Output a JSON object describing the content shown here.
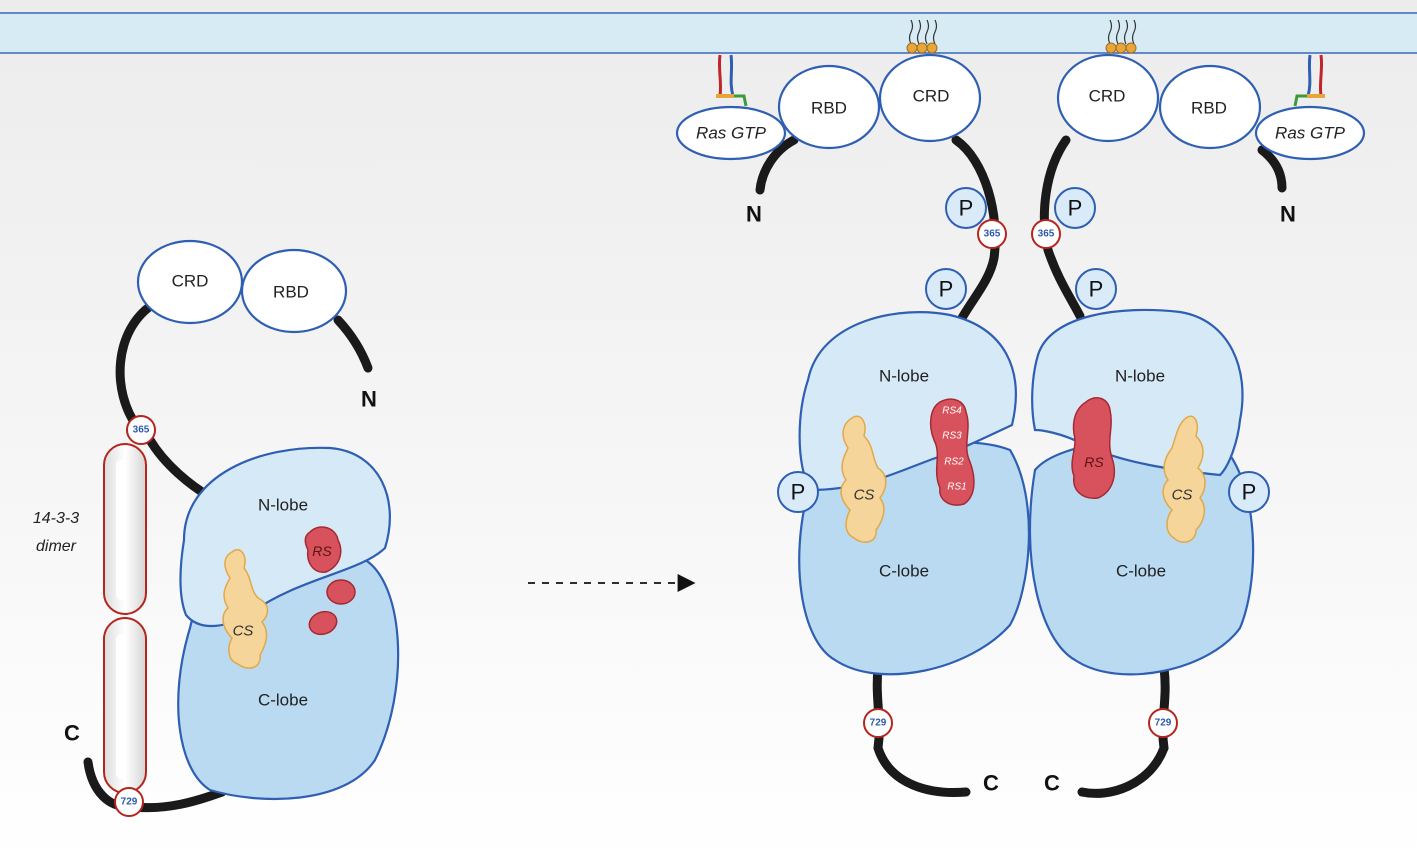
{
  "domains": {
    "crd": "CRD",
    "rbd": "RBD",
    "ras_gtp": "Ras GTP"
  },
  "termini": {
    "n": "N",
    "c": "C"
  },
  "sites": {
    "s365": "365",
    "s729": "729"
  },
  "lobes": {
    "n_lobe": "N-lobe",
    "c_lobe": "C-lobe"
  },
  "spines": {
    "cs": "CS",
    "rs": "RS",
    "rs_segments": [
      "RS4",
      "RS3",
      "RS2",
      "RS1"
    ]
  },
  "phospho": "P",
  "dimer_label": [
    "14-3-3",
    "dimer"
  ],
  "colors": {
    "membrane": "#d7ebf5",
    "outline": "#2f5fb3",
    "n_lobe": "#d6e9f6",
    "c_lobe": "#b9daf0",
    "catalytic_spine": "#f6d59a",
    "regulatory_spine": "#d7525c",
    "site_ring": "#b3261e",
    "chain": "#1a1a1a"
  }
}
